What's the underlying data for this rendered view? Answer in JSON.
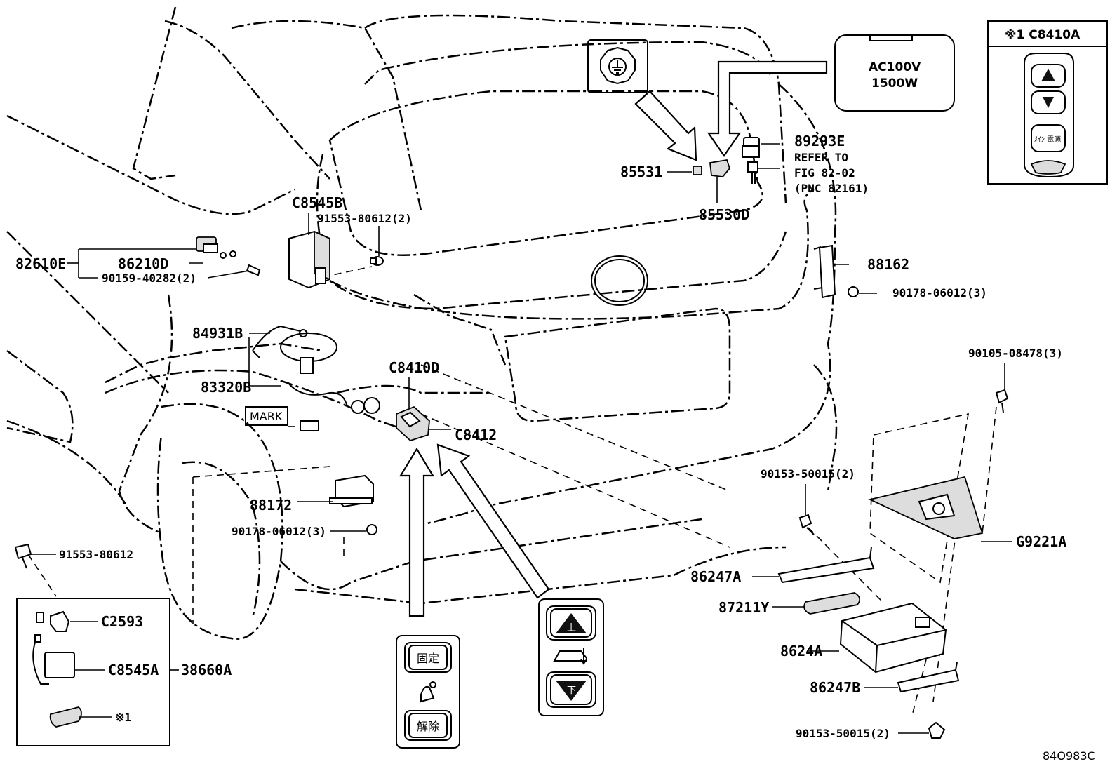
{
  "labels": {
    "l82610E": "82610E",
    "l86210D": "86210D",
    "l90159": "90159-40282(2)",
    "lC8545B": "C8545B",
    "l91553a": "91553-80612(2)",
    "l84931B": "84931B",
    "l83320B": "83320B",
    "lMARK": "MARK",
    "lC8410D": "C8410D",
    "lC8412": "C8412",
    "l88172": "88172",
    "l90178a": "90178-06012(3)",
    "l91553b": "91553-80612",
    "lC2593": "C2593",
    "lC8545A": "C8545A",
    "l38660A": "38660A",
    "lNote1": "※1",
    "l85531": "85531",
    "l85530D": "85530D",
    "l89293E": "89293E",
    "lRefer1": "REFER TO",
    "lRefer2": "FIG 82-02",
    "lRefer3": "(PNC 82161)",
    "l88162": "88162",
    "l90178b": "90178-06012(3)",
    "l90105": "90105-08478(3)",
    "l90153a": "90153-50015(2)",
    "lG9221A": "G9221A",
    "l86247A": "86247A",
    "l87211Y": "87211Y",
    "l8624A": "8624A",
    "l86247B": "86247B",
    "l90153b": "90153-50015(2)",
    "lAC1": "AC100V",
    "lAC2": "1500W",
    "lInset": "※1 C8410A",
    "lRemoteIcon": "ﾒｲﾝ 電源",
    "lFix": "固定",
    "lRelease": "解除",
    "lUp": "上",
    "lDown": "下",
    "lCode": "84O983C"
  }
}
